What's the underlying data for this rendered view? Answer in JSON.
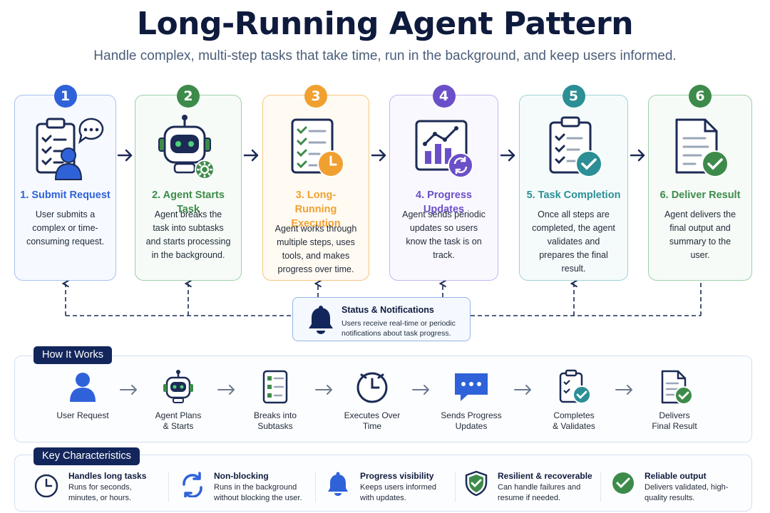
{
  "title": "Long-Running Agent Pattern",
  "subtitle": "Handle complex, multi-step tasks that take time, run in the background, and keep users informed.",
  "steps": [
    {
      "number": "1",
      "title": "1. Submit Request",
      "description": "User submits a complex or time-consuming request.",
      "color": "#2f62d9",
      "icon": "clipboard-user-chat-icon"
    },
    {
      "number": "2",
      "title": "2. Agent Starts Task",
      "description": "Agent breaks the task into subtasks and starts processing in the background.",
      "color": "#3d8b4a",
      "icon": "robot-gear-icon"
    },
    {
      "number": "3",
      "title": "3. Long-Running Execution",
      "description": "Agent works through multiple steps, uses tools, and makes progress over time.",
      "color": "#f0a030",
      "icon": "checklist-clock-icon"
    },
    {
      "number": "4",
      "title": "4. Progress Updates",
      "description": "Agent sends periodic updates so users know the task is on track.",
      "color": "#6b4fc8",
      "icon": "chart-refresh-icon"
    },
    {
      "number": "5",
      "title": "5. Task Completion",
      "description": "Once all steps are completed, the agent validates and prepares the final result.",
      "color": "#2b8f95",
      "icon": "clipboard-check-icon"
    },
    {
      "number": "6",
      "title": "6. Deliver Result",
      "description": "Agent delivers the final output and summary to the user.",
      "color": "#3d8b4a",
      "icon": "document-check-icon"
    }
  ],
  "status": {
    "title": "Status & Notifications",
    "description": "Users receive real-time or periodic notifications about task progress.",
    "icon": "bell-icon"
  },
  "how_it_works": {
    "heading": "How It Works",
    "items": [
      {
        "label": "User Request",
        "icon": "user-icon"
      },
      {
        "label": "Agent Plans & Starts",
        "icon": "robot-icon"
      },
      {
        "label": "Breaks into Subtasks",
        "icon": "checklist-icon"
      },
      {
        "label": "Executes Over Time",
        "icon": "clock-icon"
      },
      {
        "label": "Sends Progress Updates",
        "icon": "chat-bubble-icon"
      },
      {
        "label": "Completes & Validates",
        "icon": "clipboard-check-icon"
      },
      {
        "label": "Delivers Final Result",
        "icon": "document-check-icon"
      }
    ]
  },
  "key_characteristics": {
    "heading": "Key Characteristics",
    "items": [
      {
        "title": "Handles long tasks",
        "description": "Runs for seconds, minutes, or hours.",
        "icon": "clock-icon"
      },
      {
        "title": "Non-blocking",
        "description": "Runs in the background without blocking the user.",
        "icon": "refresh-icon"
      },
      {
        "title": "Progress visibility",
        "description": "Keeps users informed with updates.",
        "icon": "bell-icon"
      },
      {
        "title": "Resilient & recoverable",
        "description": "Can handle failures and resume if needed.",
        "icon": "shield-check-icon"
      },
      {
        "title": "Reliable output",
        "description": "Delivers validated, high-quality results.",
        "icon": "check-circle-icon"
      }
    ]
  },
  "colors": {
    "navy": "#0f1b3d",
    "blue": "#2f62d9",
    "green": "#3d8b4a",
    "orange": "#f0a030",
    "purple": "#6b4fc8",
    "teal": "#2b8f95",
    "tag_bg": "#13265c"
  }
}
